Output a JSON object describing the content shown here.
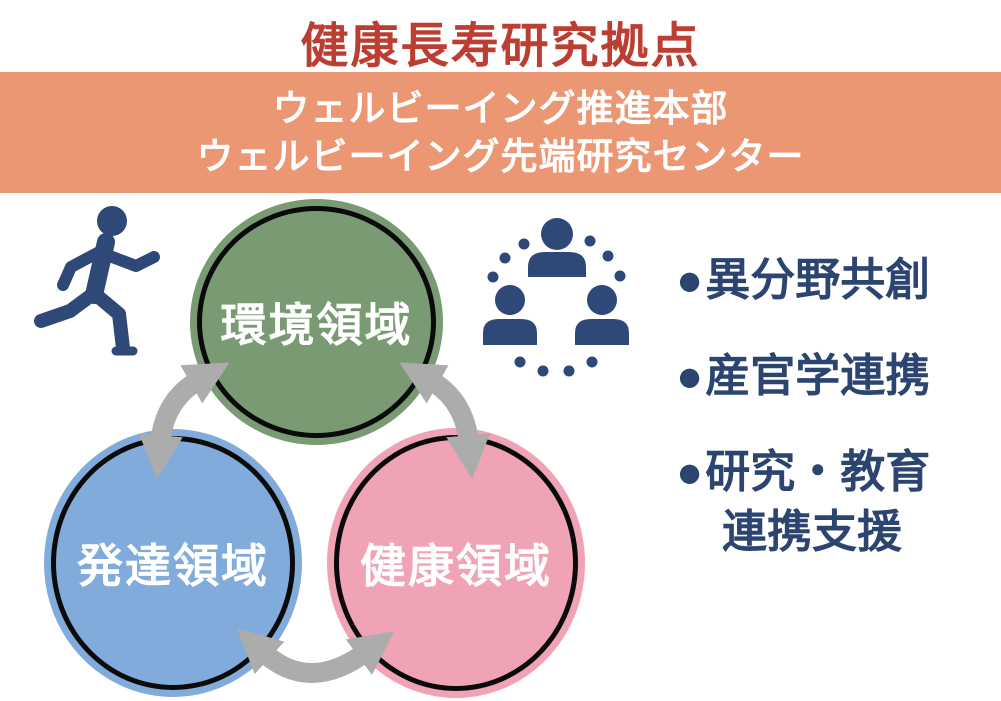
{
  "title": {
    "text": "健康長寿研究拠点",
    "color": "#BC3E33"
  },
  "banner": {
    "line1": "ウェルビーイング推進本部",
    "line2": "ウェルビーイング先端研究センター",
    "bg_color": "#EC9774",
    "text_color": "#FFFFFF"
  },
  "domains": {
    "environment": {
      "label": "環境領域",
      "fill": "#7A9A74"
    },
    "development": {
      "label": "発達領域",
      "fill": "#81ABDB"
    },
    "health": {
      "label": "健康領域",
      "fill": "#EFA3B5"
    }
  },
  "connections": [
    [
      "environment",
      "development"
    ],
    [
      "environment",
      "health"
    ],
    [
      "development",
      "health"
    ]
  ],
  "features": {
    "bullet_symbol": "●",
    "items": [
      {
        "lines": [
          "異分野共創"
        ]
      },
      {
        "lines": [
          "産官学連携"
        ]
      },
      {
        "lines": [
          "研究・教育",
          "連携支援"
        ]
      }
    ],
    "text_color": "#2C4470"
  },
  "icons": {
    "runner": "running-person-icon",
    "group": "people-network-icon",
    "color": "#2E4878"
  },
  "arrows": {
    "style": "double-headed-curved",
    "color": "#ACACAC"
  }
}
